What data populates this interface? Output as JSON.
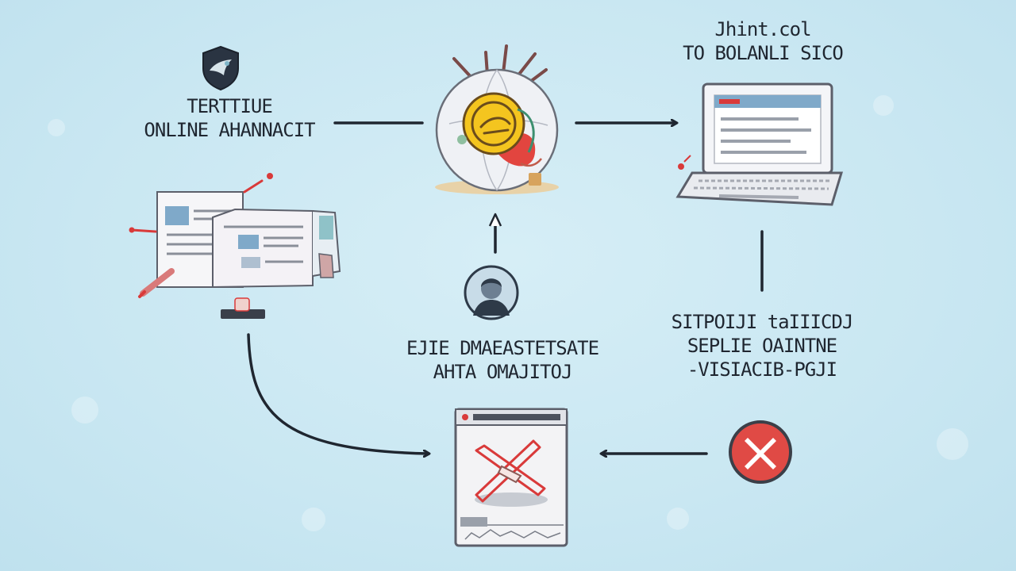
{
  "nodes": {
    "top_left": {
      "lines": [
        "TERTTIUE",
        "ONLINE AHANNACIT"
      ]
    },
    "top_right": {
      "lines": [
        "Jhint.col",
        "TO BOLANLI SICO"
      ]
    },
    "center": {
      "lines": [
        "EJIE DMAEASTETSATE",
        "AHTA OMAJITOJ"
      ]
    },
    "right": {
      "lines": [
        "SITPOIJI taIIICDJ",
        "SEPLIE OAINTNE",
        "-VISIACIB-PGJI"
      ]
    }
  },
  "colors": {
    "background": "#c9e7f2",
    "ink": "#1f2630",
    "accent_red": "#d93a3a",
    "coin_yellow": "#f2c419",
    "screen_blue": "#7fa9c9"
  },
  "icons": [
    "shield-icon",
    "globe-coin-icon",
    "laptop-icon",
    "documents-icon",
    "user-avatar-icon",
    "browser-cancel-icon",
    "error-x-icon"
  ]
}
